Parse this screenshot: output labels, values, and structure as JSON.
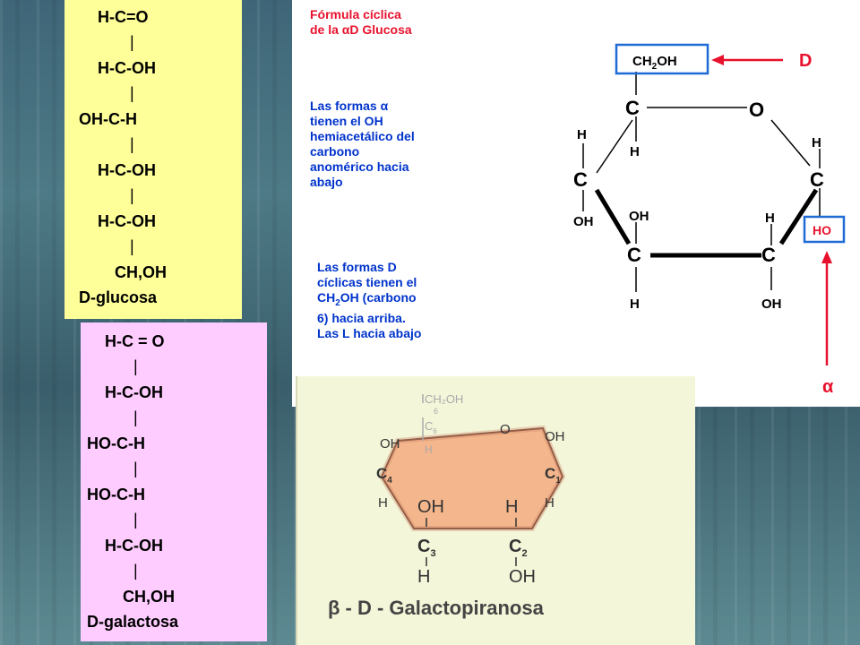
{
  "glucose_linear": {
    "lines": [
      "H-C=O",
      "|",
      "H-C-OH",
      "|",
      "OH-C-H",
      "|",
      "H-C-OH",
      "|",
      "H-C-OH",
      "|",
      "CH,OH",
      "D-glucosa"
    ]
  },
  "galactose_linear": {
    "lines": [
      "H-C = O",
      "|",
      "H-C-OH",
      "|",
      "HO-C-H",
      "|",
      "HO-C-H",
      "|",
      "H-C-OH",
      "|",
      "CH,OH",
      "D-galactosa"
    ]
  },
  "glucose_cyclic": {
    "title_l1": "Fórmula cíclica",
    "title_l2": "de la αD Glucosa",
    "alpha_text": [
      "Las formas α",
      "tienen el OH",
      "hemiacetálico del",
      "carbono",
      "anomérico hacia",
      "abajo"
    ],
    "d_text_l1": "Las formas D",
    "d_text_l2": "cíclicas tienen el",
    "d_text_l3_a": "CH",
    "d_text_l3_sub": "2",
    "d_text_l3_b": "OH (carbono",
    "d_text_l4": "6) hacia arriba.",
    "d_text_l5": "Las L hacia abajo",
    "labels": {
      "ch2oh_a": "CH",
      "ch2oh_sub": "2",
      "ch2oh_b": "OH",
      "d_marker": "D",
      "ho_box": "HO",
      "alpha_marker": "α",
      "c": "C",
      "o": "O",
      "h": "H",
      "oh": "OH"
    }
  },
  "galactopyranose": {
    "caption": "β - D - Galactopiranosa",
    "ch2oh": "CH₂OH",
    "num6": "6",
    "c6": "C",
    "c6sub": "6",
    "h": "H",
    "o": "O",
    "oh": "OH",
    "c1": "C",
    "c1sub": "1",
    "c2": "C",
    "c2sub": "2",
    "c3": "C",
    "c3sub": "3",
    "c4": "C",
    "c4sub": "4"
  },
  "colors": {
    "accent_red": "#e8112d",
    "accent_blue": "#0033cc",
    "ring_fill": "#f4b68c"
  }
}
